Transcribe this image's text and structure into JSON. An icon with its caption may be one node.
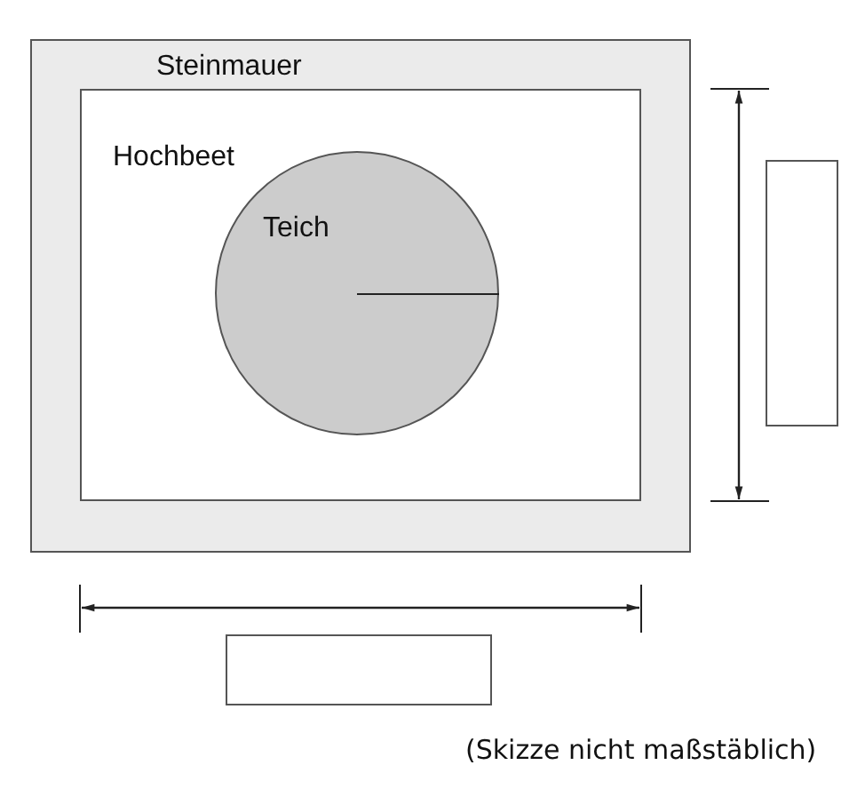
{
  "diagram": {
    "caption": "(Skizze nicht maßstäblich)",
    "nodes": [
      {
        "text": [
          "Steinmauer"
        ]
      },
      {
        "text": [
          "Hochbeet"
        ],
        "in": 0
      },
      {
        "text": [
          "Teich"
        ],
        "in": 1
      },
      {
        "text": [],
        "shape": "box"
      },
      {
        "text": [],
        "shape": "box"
      }
    ]
  }
}
